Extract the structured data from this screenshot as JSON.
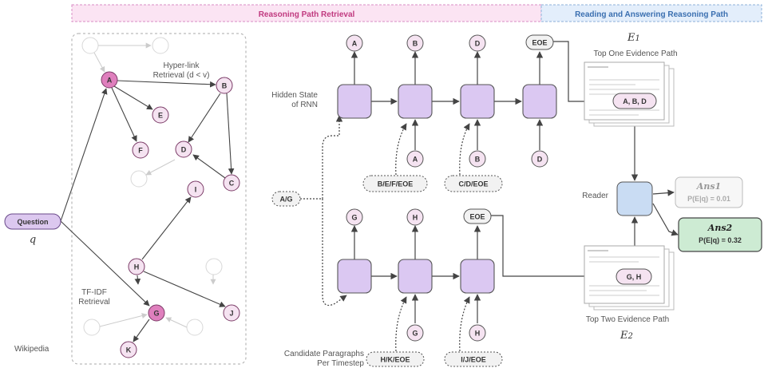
{
  "headers": {
    "retrieval": "Reasoning Path Retrieval",
    "reading": "Reading and Answering Reasoning Path"
  },
  "graph": {
    "question": "Question",
    "q_symbol": "q",
    "wikipedia": "Wikipedia",
    "hyperlink_label_1": "Hyper-link",
    "hyperlink_label_2": "Retrieval (d < v)",
    "tfidf_label_1": "TF-IDF",
    "tfidf_label_2": "Retrieval",
    "nodes": {
      "A": "A",
      "B": "B",
      "C": "C",
      "D": "D",
      "E": "E",
      "F": "F",
      "G": "G",
      "H": "H",
      "I": "I",
      "J": "J",
      "K": "K"
    }
  },
  "rnn": {
    "hidden_label_1": "Hidden State",
    "hidden_label_2": "of RNN",
    "candidate_label_1": "Candidate Paragraphs",
    "candidate_label_2": "Per Timestep",
    "start_candidates": "A/G",
    "top_outputs": [
      "A",
      "B",
      "D",
      "EOE"
    ],
    "top_inputs": [
      "A",
      "B",
      "D"
    ],
    "top_candidates": [
      "B/E/F/EOE",
      "C/D/EOE"
    ],
    "bottom_outputs": [
      "G",
      "H",
      "EOE"
    ],
    "bottom_inputs": [
      "G",
      "H"
    ],
    "bottom_candidates": [
      "H/K/EOE",
      "I/J/EOE"
    ]
  },
  "reader": {
    "e1_symbol": "E",
    "e1_sub": "1",
    "top_one_label": "Top One Evidence Path",
    "path1": "A, B, D",
    "reader_label": "Reader",
    "ans1_name": "Ans",
    "ans1_sub": "1",
    "ans1_prob": "P(E|q) = 0.01",
    "ans2_name": "Ans",
    "ans2_sub": "2",
    "ans2_prob": "P(E|q) = 0.32",
    "path2": "G, H",
    "top_two_label": "Top Two Evidence Path",
    "e2_symbol": "E",
    "e2_sub": "2"
  },
  "colors": {
    "pink_header": "#fbe4f3",
    "blue_header": "#e3eefb",
    "node_fill": "#f5e3f1",
    "node_highlight": "#df7fbd",
    "rnn_cell": "#dbc8f2",
    "reader": "#c9dcf3",
    "ans_green": "#cdebd3",
    "question": "#dcc8ef"
  }
}
